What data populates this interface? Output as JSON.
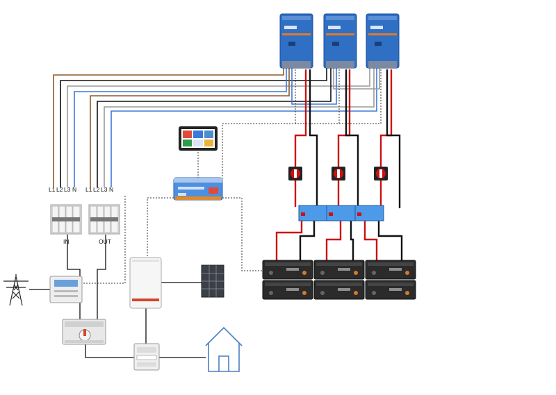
{
  "left_breaker": {
    "phase_labels": [
      "L1",
      "L2",
      "L3",
      "N"
    ],
    "caption": "IN"
  },
  "right_breaker": {
    "phase_labels": [
      "L1",
      "L2",
      "L3",
      "N"
    ],
    "caption": "OUT"
  },
  "wire_colors": {
    "l1": "#8a5a2b",
    "l2": "#111111",
    "l3": "#9a9a9a",
    "n": "#3b78d8",
    "dc_positive": "#cc1111",
    "dc_negative": "#111111",
    "comms": "#333333"
  },
  "device_colors": {
    "inverter": "#2f6fc4",
    "battery": "#2b2b2b",
    "house": "#4a7fc1"
  },
  "icons": [
    "transmission-tower-icon",
    "energy-meter-icon",
    "changeover-switch-icon",
    "pv-inverter-icon",
    "solar-panel-icon",
    "power-meter-icon",
    "house-icon",
    "touch-display-icon",
    "system-controller-icon",
    "battery-switch-icon",
    "dc-busbar-icon",
    "battery-module-icon"
  ]
}
